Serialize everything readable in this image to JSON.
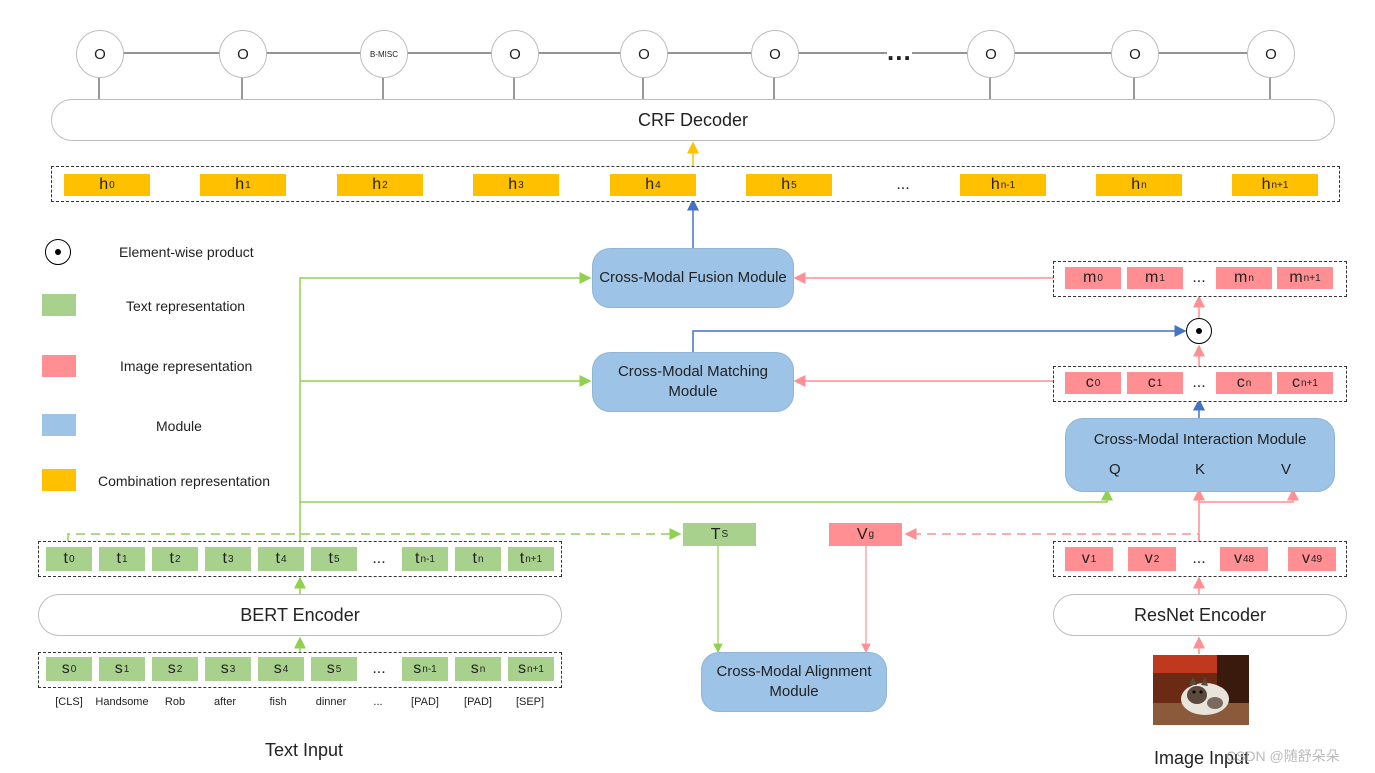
{
  "crf": {
    "labels": [
      "O",
      "O",
      "B-MISC",
      "O",
      "O",
      "O",
      "O",
      "O",
      "O"
    ],
    "ellipsis": "...",
    "decoder_label": "CRF Decoder"
  },
  "combination": {
    "tokens": [
      {
        "base": "h",
        "sub": "0"
      },
      {
        "base": "h",
        "sub": "1"
      },
      {
        "base": "h",
        "sub": "2"
      },
      {
        "base": "h",
        "sub": "3"
      },
      {
        "base": "h",
        "sub": "4"
      },
      {
        "base": "h",
        "sub": "5"
      },
      {
        "base": "...",
        "sub": ""
      },
      {
        "base": "h",
        "sub": "n-1"
      },
      {
        "base": "h",
        "sub": "n"
      },
      {
        "base": "h",
        "sub": "n+1"
      }
    ]
  },
  "legend": {
    "element_wise": "Element-wise product",
    "text_rep": "Text representation",
    "image_rep": "Image representation",
    "module": "Module",
    "combination_rep": "Combination representation"
  },
  "modules": {
    "fusion": "Cross-Modal Fusion Module",
    "matching_line1": "Cross-Modal Matching",
    "matching_line2": "Module",
    "interaction": "Cross-Modal Interaction Module",
    "q": "Q",
    "k": "K",
    "v": "V",
    "alignment_line1": "Cross-Modal Alignment",
    "alignment_line2": "Module"
  },
  "m_tokens": [
    {
      "base": "m",
      "sub": "0"
    },
    {
      "base": "m",
      "sub": "1"
    },
    {
      "base": "...",
      "sub": ""
    },
    {
      "base": "m",
      "sub": "n"
    },
    {
      "base": "m",
      "sub": "n+1"
    }
  ],
  "c_tokens": [
    {
      "base": "c",
      "sub": "0"
    },
    {
      "base": "c",
      "sub": "1"
    },
    {
      "base": "...",
      "sub": ""
    },
    {
      "base": "c",
      "sub": "n"
    },
    {
      "base": "c",
      "sub": "n+1"
    }
  ],
  "t_tokens": [
    {
      "base": "t",
      "sub": "0"
    },
    {
      "base": "t",
      "sub": "1"
    },
    {
      "base": "t",
      "sub": "2"
    },
    {
      "base": "t",
      "sub": "3"
    },
    {
      "base": "t",
      "sub": "4"
    },
    {
      "base": "t",
      "sub": "5"
    },
    {
      "base": "...",
      "sub": ""
    },
    {
      "base": "t",
      "sub": "n-1"
    },
    {
      "base": "t",
      "sub": "n"
    },
    {
      "base": "t",
      "sub": "n+1"
    }
  ],
  "s_tokens": [
    {
      "base": "s",
      "sub": "0"
    },
    {
      "base": "s",
      "sub": "1"
    },
    {
      "base": "s",
      "sub": "2"
    },
    {
      "base": "s",
      "sub": "3"
    },
    {
      "base": "s",
      "sub": "4"
    },
    {
      "base": "s",
      "sub": "5"
    },
    {
      "base": "...",
      "sub": ""
    },
    {
      "base": "s",
      "sub": "n-1"
    },
    {
      "base": "s",
      "sub": "n"
    },
    {
      "base": "s",
      "sub": "n+1"
    }
  ],
  "v_tokens": [
    {
      "base": "v",
      "sub": "1"
    },
    {
      "base": "v",
      "sub": "2"
    },
    {
      "base": "...",
      "sub": ""
    },
    {
      "base": "v",
      "sub": "48"
    },
    {
      "base": "v",
      "sub": "49"
    }
  ],
  "ts": {
    "base": "T",
    "sub": "S"
  },
  "vg": {
    "base": "V",
    "sub": "g"
  },
  "bert_label": "BERT Encoder",
  "resnet_label": "ResNet Encoder",
  "words": [
    "[CLS]",
    "Handsome",
    "Rob",
    "after",
    "fish",
    "dinner",
    "...",
    "[PAD]",
    "[PAD]",
    "[SEP]"
  ],
  "text_input": "Text Input",
  "image_input": "Image Input",
  "watermark": "CSDN @随舒朵朵",
  "colors": {
    "orange": "#ffc000",
    "green": "#a9d18e",
    "pink": "#ff8f93",
    "blue": "#9dc3e6",
    "green_line": "#92d050",
    "pink_line": "#ff8f93",
    "blue_line": "#4472c4",
    "yellow_line": "#ffc000"
  }
}
